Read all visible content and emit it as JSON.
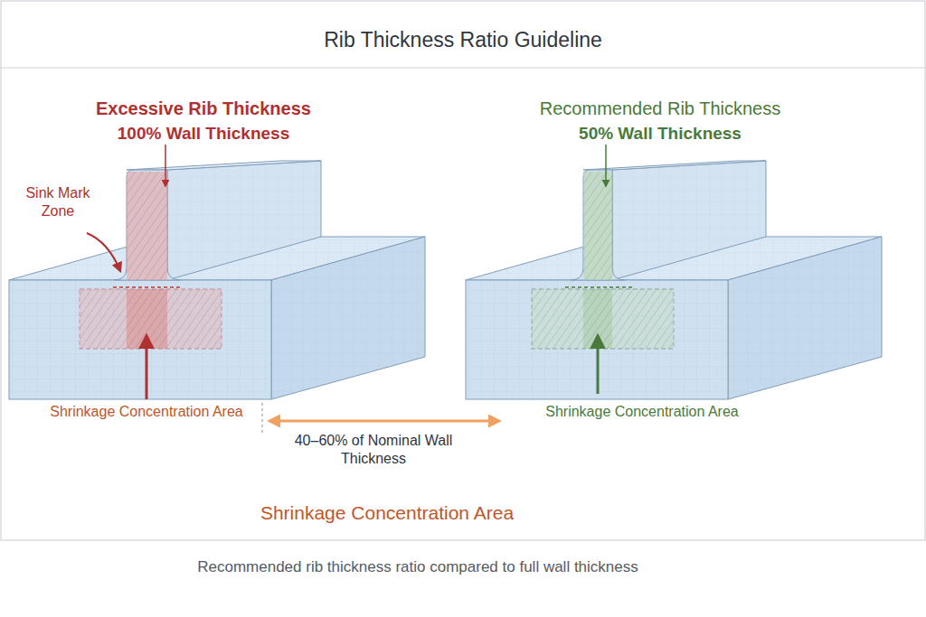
{
  "diagram": {
    "title": "Rib Thickness Ratio Guideline",
    "caption": "Recommended rib thickness ratio compared to full wall thickness",
    "labels": [
      "Excessive Rib Thickness",
      "100% Wall Thickness",
      "Sink Mark Zone",
      "Shrinkage Concentration Area",
      "Recommended Rib Thickness",
      "50% Wall Thickness",
      "Shrinkage Concentration Area",
      "40–60% of Nominal Wall Thickness",
      "Shrinkage Concentration Area"
    ]
  }
}
